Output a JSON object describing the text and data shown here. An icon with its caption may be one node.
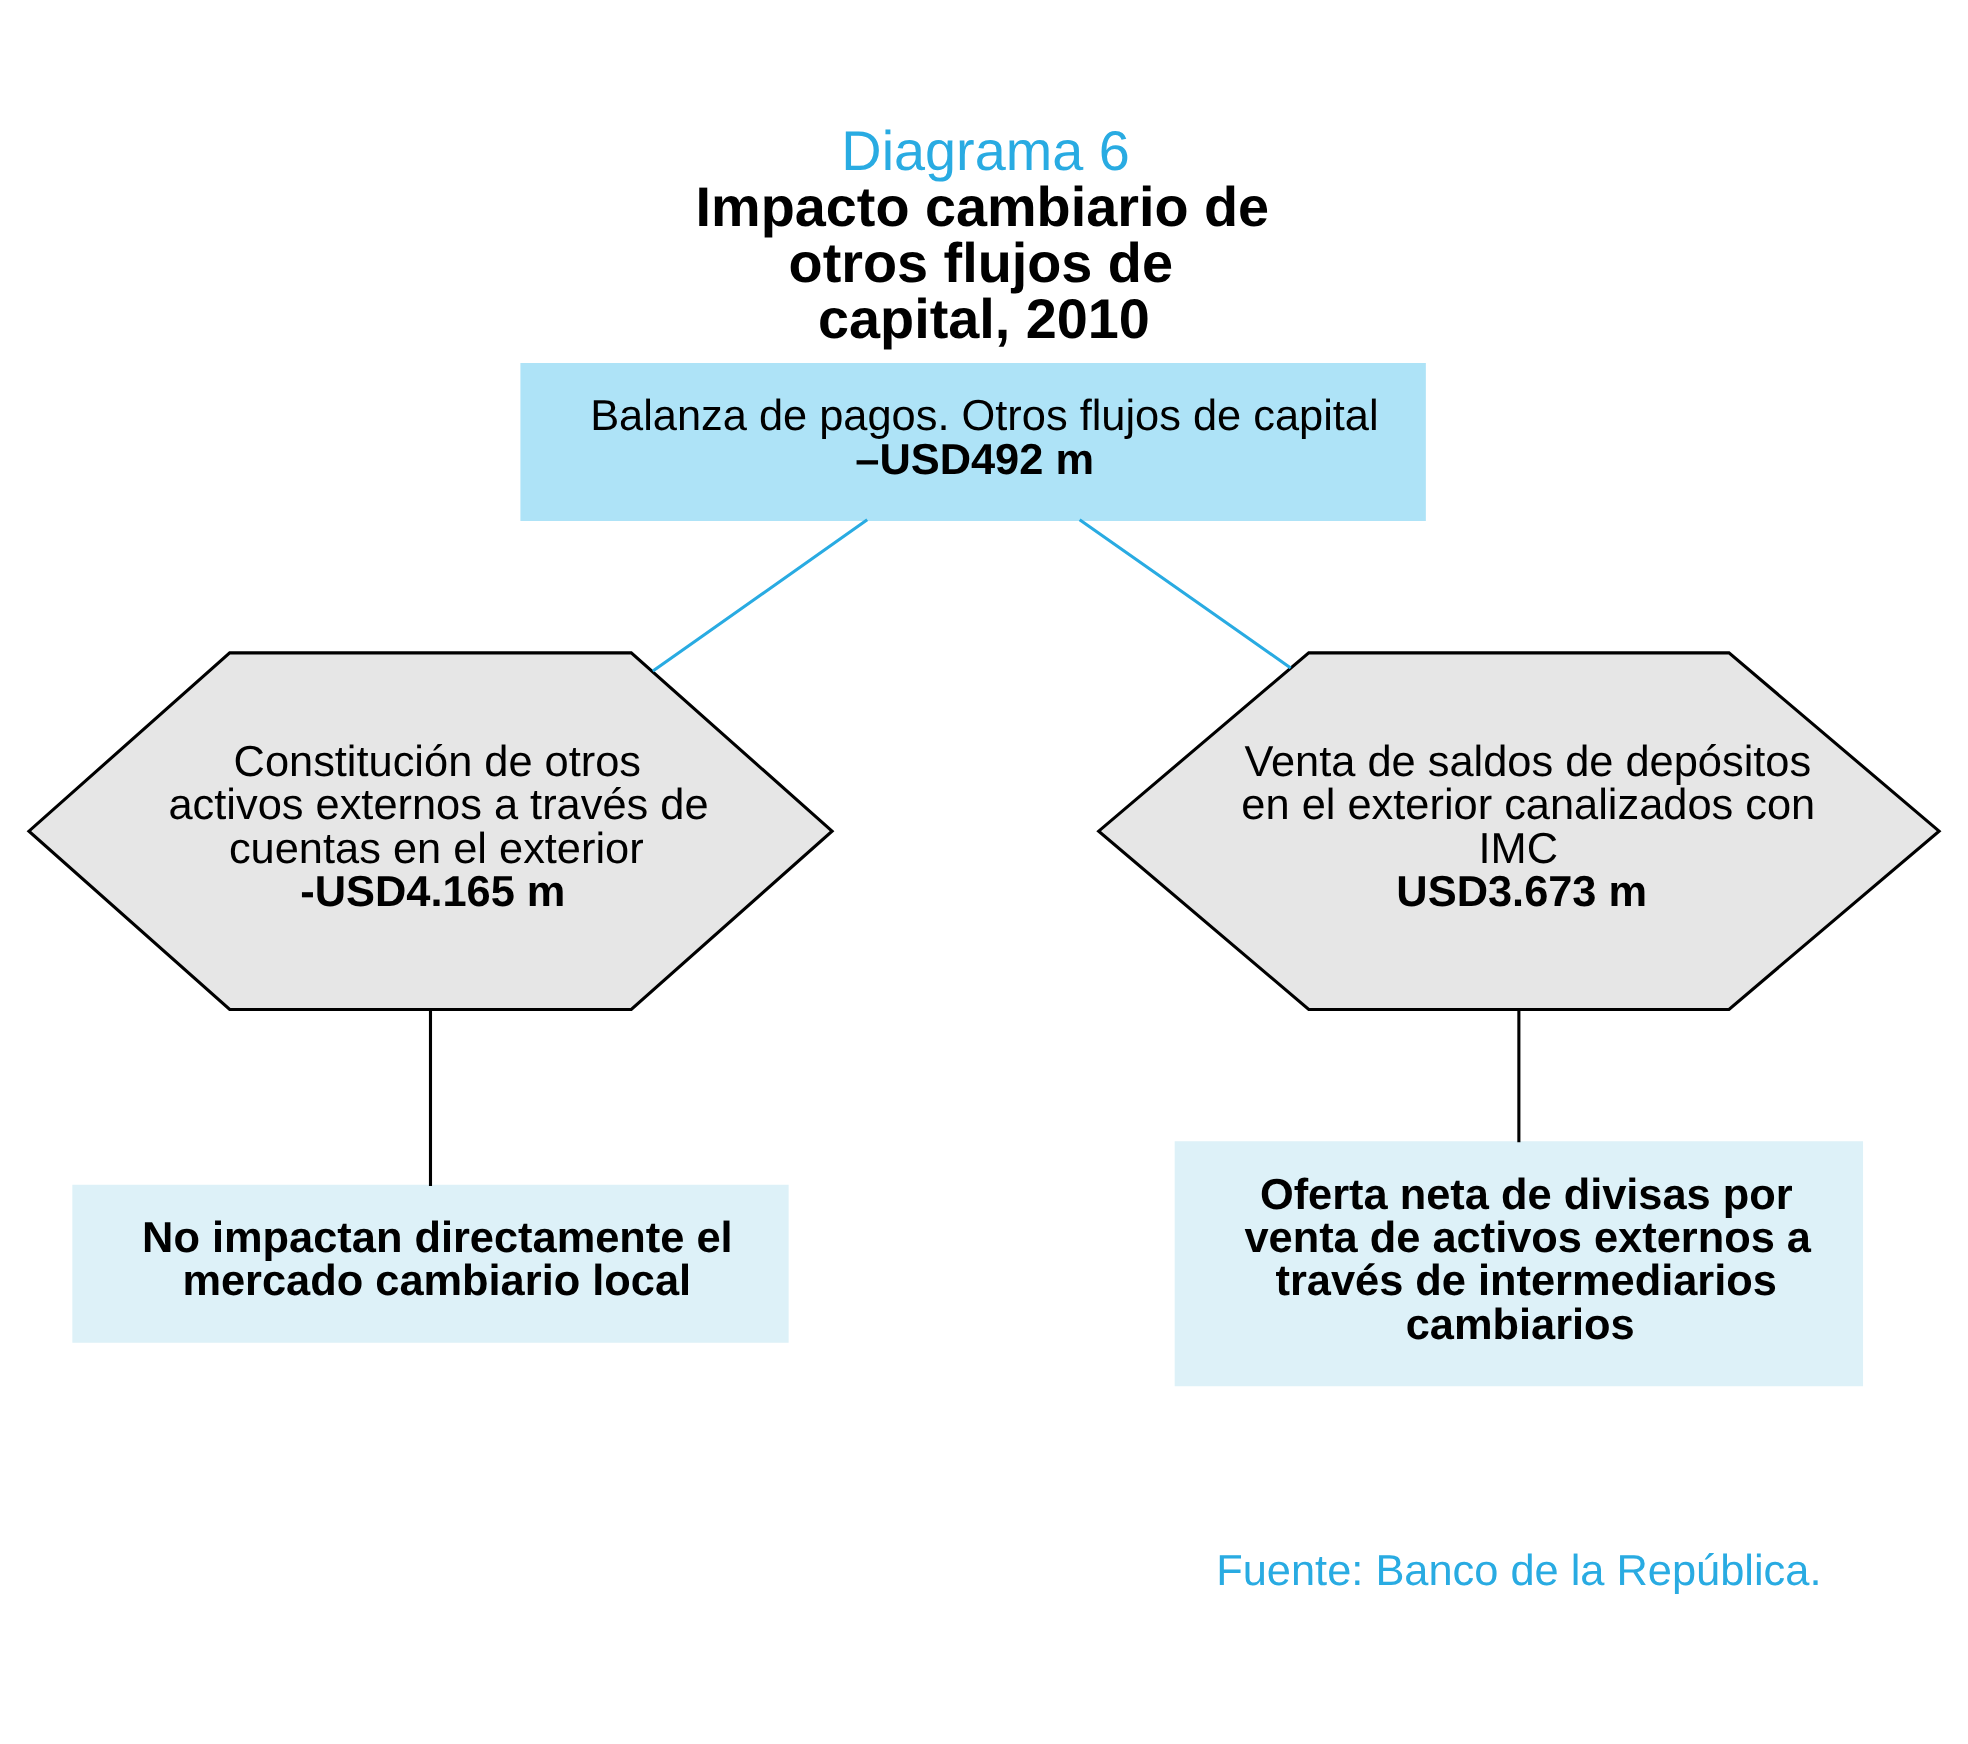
{
  "diagram": {
    "title": "Impacto cambiario de otros flujos de capital, 2010",
    "caption": "Fuente: Banco de la República.",
    "nodes": [
      {
        "text": [
          "Balanza de pagos. Otros flujos de capital",
          "–USD492 m"
        ]
      },
      {
        "text": [
          "Constitución de otros activos externos a través de cuentas en el exterior",
          "-USD4.165 m"
        ]
      },
      {
        "text": [
          "Venta de saldos de depósitos en el exterior canalizados con IMC",
          "USD3.673 m"
        ]
      },
      {
        "text": [
          "No impactan directamente el mercado cambiario local"
        ]
      },
      {
        "text": [
          "Oferta neta de divisas por venta de activos externos a través de intermediarios cambiarios"
        ]
      }
    ],
    "edges": [
      {
        "from": 0,
        "to": 1,
        "arrow": "none",
        "color": "#29abe2"
      },
      {
        "from": 0,
        "to": 2,
        "arrow": "none",
        "color": "#29abe2"
      },
      {
        "from": 1,
        "to": 3,
        "arrow": "none",
        "color": "#000000"
      },
      {
        "from": 2,
        "to": 4,
        "arrow": "none",
        "color": "#000000"
      }
    ],
    "labels": [
      "Diagrama 6"
    ]
  }
}
